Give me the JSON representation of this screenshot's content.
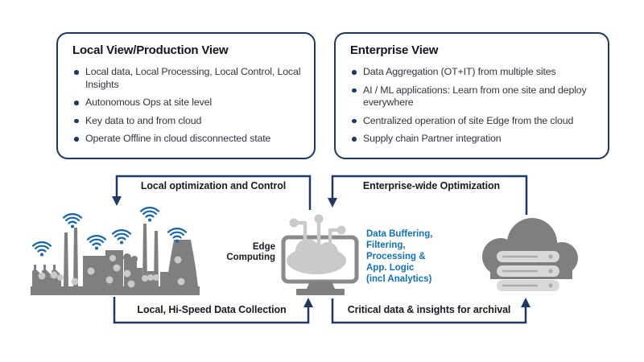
{
  "local_box": {
    "title": "Local View/Production View",
    "bullets": [
      "Local data, Local Processing, Local Control, Local Insights",
      "Autonomous Ops at site level",
      "Key data to and from cloud",
      "Operate Offline in cloud disconnected state"
    ]
  },
  "enterprise_box": {
    "title": "Enterprise View",
    "bullets": [
      "Data Aggregation (OT+IT) from multiple sites",
      "AI / ML applications: Learn from one site and deploy everywhere",
      "Centralized operation of site Edge from the cloud",
      "Supply chain Partner integration"
    ]
  },
  "flow_labels": {
    "top_left": "Local optimization and Control",
    "top_right": "Enterprise-wide Optimization",
    "bottom_left": "Local, Hi-Speed Data Collection",
    "bottom_right": "Critical data & insights for archival"
  },
  "edge": {
    "label_line1": "Edge",
    "label_line2": "Computing",
    "annotation_lines": [
      "Data Buffering,",
      "Filtering,",
      "Processing &",
      "App. Logic",
      "(incl Analytics)"
    ]
  },
  "icons": {
    "left": "factory-icon with wifi-icons",
    "center": "edge-computing-monitor-icon",
    "right": "cloud-server-icon"
  },
  "colors": {
    "navy": "#1f3864",
    "blue_accent": "#1070b8",
    "wifi_blue": "#1565a8",
    "icon_gray": "#7f7f7f",
    "icon_light_gray": "#c9cacb",
    "text_dark": "#34343e"
  }
}
